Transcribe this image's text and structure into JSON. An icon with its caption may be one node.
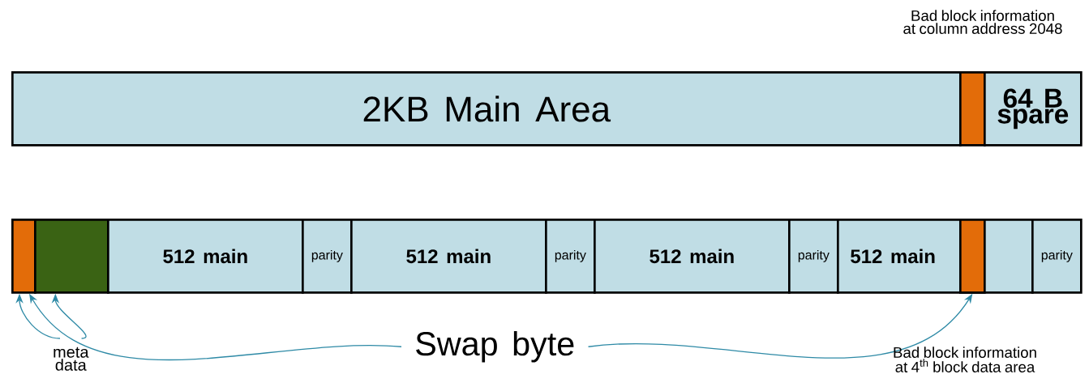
{
  "diagram": {
    "nodes": [
      {
        "text": [
          "2KB Main Area"
        ]
      },
      {
        "text": [],
        "shape": "bar"
      },
      {
        "text": [
          "64 B spare"
        ]
      },
      {
        "text": [],
        "shape": "bar"
      },
      {
        "text": [],
        "shape": "box"
      },
      {
        "text": [
          "512 main"
        ]
      },
      {
        "text": [
          "parity"
        ]
      },
      {
        "text": [
          "512 main"
        ]
      },
      {
        "text": [
          "parity"
        ]
      },
      {
        "text": [
          "512 main"
        ]
      },
      {
        "text": [
          "parity"
        ]
      },
      {
        "text": [
          "512 main"
        ]
      },
      {
        "text": [],
        "shape": "bar",
        "in": 11
      },
      {
        "text": [
          "parity"
        ]
      },
      {
        "text": [
          "meta data"
        ]
      },
      {
        "text": [
          "Swap byte"
        ]
      }
    ],
    "edges": [
      {
        "from": 14,
        "to": 3,
        "arrow": "to"
      },
      {
        "from": 14,
        "to": 4,
        "arrow": "to"
      },
      {
        "from": 15,
        "to": 3,
        "arrow": "to"
      },
      {
        "from": 15,
        "to": 12,
        "arrow": "to"
      }
    ],
    "labels": [
      "Bad block information at column address 2048",
      "Bad block information at 4$^{th}$ block data area"
    ]
  }
}
